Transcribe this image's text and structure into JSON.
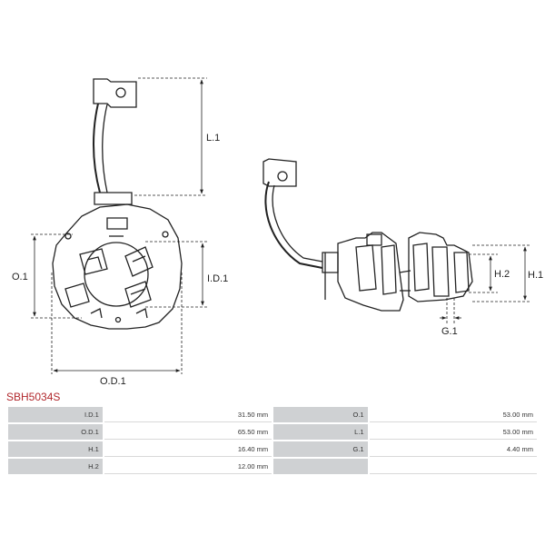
{
  "diagram": {
    "labels": {
      "l1": "L.1",
      "o1": "O.1",
      "id1": "I.D.1",
      "od1": "O.D.1",
      "h1": "H.1",
      "h2": "H.2",
      "g1": "G.1"
    }
  },
  "part": {
    "number": "SBH5034S"
  },
  "specs": [
    {
      "left_label": "I.D.1",
      "left_value": "31.50 mm",
      "right_label": "O.1",
      "right_value": "53.00 mm"
    },
    {
      "left_label": "O.D.1",
      "left_value": "65.50 mm",
      "right_label": "L.1",
      "right_value": "53.00 mm"
    },
    {
      "left_label": "H.1",
      "left_value": "16.40 mm",
      "right_label": "G.1",
      "right_value": "4.40 mm"
    },
    {
      "left_label": "H.2",
      "left_value": "12.00 mm",
      "right_label": "",
      "right_value": ""
    }
  ]
}
